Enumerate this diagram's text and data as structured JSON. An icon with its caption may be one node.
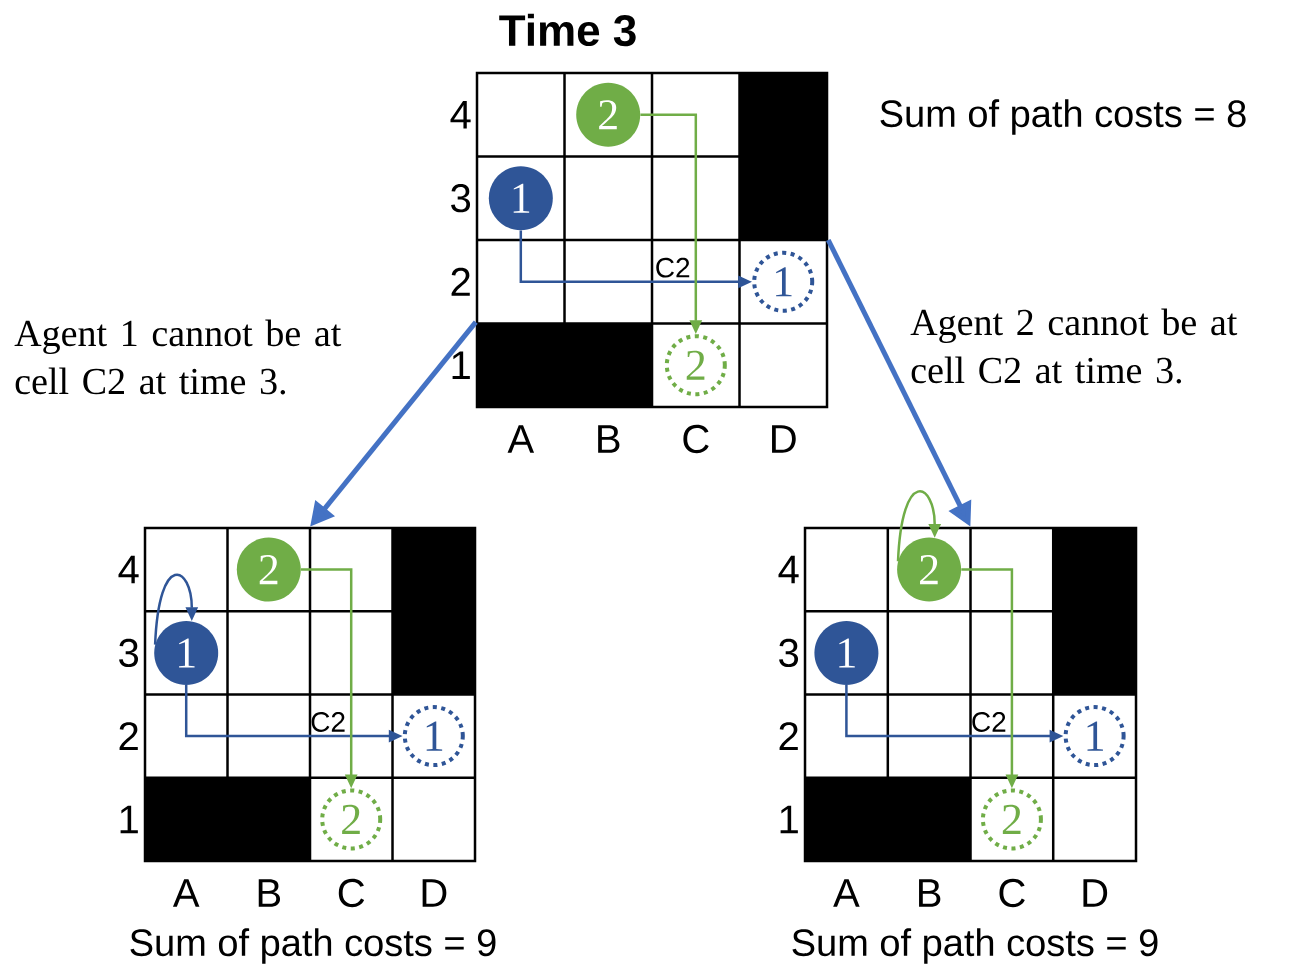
{
  "diagram": {
    "title": "Time 3",
    "nodes": [
      {
        "text": [],
        "shape": "box"
      },
      {
        "text": [
          "2"
        ],
        "in": 0
      },
      {
        "text": [
          "1"
        ],
        "in": 0
      },
      {
        "text": [
          "1"
        ],
        "in": 0
      },
      {
        "text": [
          "2"
        ],
        "in": 0
      },
      {
        "text": [],
        "shape": "box"
      },
      {
        "text": [
          "2"
        ],
        "in": 5
      },
      {
        "text": [
          "1"
        ],
        "in": 5
      },
      {
        "text": [
          "1"
        ],
        "in": 5
      },
      {
        "text": [
          "2"
        ],
        "in": 5
      },
      {
        "text": [],
        "shape": "box"
      },
      {
        "text": [
          "2"
        ],
        "in": 10
      },
      {
        "text": [
          "1"
        ],
        "in": 10
      },
      {
        "text": [
          "1"
        ],
        "in": 10
      },
      {
        "text": [
          "2"
        ],
        "in": 10
      }
    ],
    "edges": [
      {
        "from": 0,
        "to": 5,
        "arrow": "to",
        "label": "Agent 1 cannot be at cell C2 at time 3.",
        "style": "thick",
        "color": "#4472c4"
      },
      {
        "from": 0,
        "to": 10,
        "arrow": "to",
        "label": "Agent 2 cannot be at cell C2 at time 3.",
        "style": "thick",
        "color": "#4472c4"
      },
      {
        "from": 2,
        "to": 3,
        "arrow": "to",
        "color": "#2f5597"
      },
      {
        "from": 1,
        "to": 4,
        "arrow": "to",
        "color": "#70ad47"
      },
      {
        "from": 7,
        "to": 7,
        "arrow": "to",
        "color": "#2f5597"
      },
      {
        "from": 7,
        "to": 8,
        "arrow": "to",
        "color": "#2f5597"
      },
      {
        "from": 6,
        "to": 9,
        "arrow": "to",
        "color": "#70ad47"
      },
      {
        "from": 11,
        "to": 11,
        "arrow": "to",
        "color": "#70ad47"
      },
      {
        "from": 12,
        "to": 13,
        "arrow": "to",
        "color": "#2f5597"
      },
      {
        "from": 11,
        "to": 14,
        "arrow": "to",
        "color": "#70ad47"
      }
    ],
    "labels": [
      "4",
      "3",
      "2",
      "1",
      "A",
      "B",
      "C",
      "D",
      "C2",
      "Sum of path costs = 8",
      "4",
      "3",
      "2",
      "1",
      "A",
      "B",
      "C",
      "D",
      "C2",
      "Sum of path costs = 9",
      "4",
      "3",
      "2",
      "1",
      "A",
      "B",
      "C",
      "D",
      "C2",
      "Sum of path costs = 9"
    ]
  }
}
